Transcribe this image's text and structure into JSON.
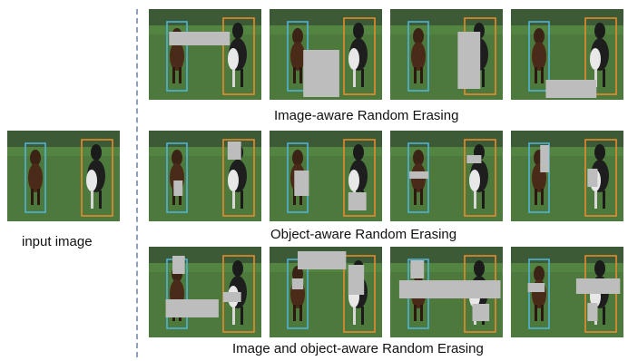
{
  "input_image": {
    "caption": "input image",
    "boxes": [
      "cyan",
      "orange"
    ]
  },
  "rows": [
    {
      "caption": "Image-aware Random Erasing",
      "images": [
        {
          "erase": [
            [
              0.18,
              0.25,
              0.72,
              0.4
            ]
          ]
        },
        {
          "erase": [
            [
              0.3,
              0.45,
              0.62,
              0.97
            ]
          ]
        },
        {
          "erase": [
            [
              0.6,
              0.25,
              0.8,
              0.88
            ]
          ]
        },
        {
          "erase": [
            [
              0.31,
              0.78,
              0.76,
              0.98
            ]
          ]
        }
      ]
    },
    {
      "caption": "Object-aware Random Erasing",
      "images": [
        {
          "erase": [
            [
              0.22,
              0.55,
              0.3,
              0.72
            ],
            [
              0.7,
              0.12,
              0.82,
              0.32
            ]
          ]
        },
        {
          "erase": [
            [
              0.22,
              0.44,
              0.35,
              0.72
            ],
            [
              0.7,
              0.68,
              0.86,
              0.88
            ]
          ]
        },
        {
          "erase": [
            [
              0.17,
              0.45,
              0.34,
              0.53
            ],
            [
              0.68,
              0.27,
              0.81,
              0.36
            ]
          ]
        },
        {
          "erase": [
            [
              0.26,
              0.16,
              0.34,
              0.46
            ],
            [
              0.68,
              0.42,
              0.77,
              0.62
            ]
          ]
        }
      ]
    },
    {
      "caption": "Image and object-aware Random Erasing",
      "images": [
        {
          "erase": [
            [
              0.21,
              0.1,
              0.32,
              0.3
            ],
            [
              0.66,
              0.5,
              0.82,
              0.61
            ],
            [
              0.15,
              0.58,
              0.62,
              0.78
            ]
          ]
        },
        {
          "erase": [
            [
              0.25,
              0.05,
              0.68,
              0.25
            ],
            [
              0.7,
              0.2,
              0.84,
              0.53
            ],
            [
              0.2,
              0.35,
              0.3,
              0.47
            ]
          ]
        },
        {
          "erase": [
            [
              0.18,
              0.15,
              0.3,
              0.35
            ],
            [
              0.73,
              0.63,
              0.88,
              0.82
            ],
            [
              0.08,
              0.37,
              0.98,
              0.57
            ]
          ]
        },
        {
          "erase": [
            [
              0.15,
              0.4,
              0.3,
              0.5
            ],
            [
              0.58,
              0.35,
              0.97,
              0.52
            ],
            [
              0.68,
              0.62,
              0.77,
              0.82
            ]
          ]
        }
      ]
    }
  ]
}
